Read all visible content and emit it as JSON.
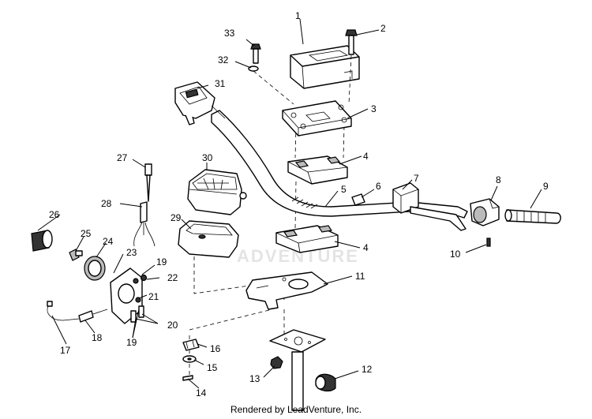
{
  "watermark": "ADVENTURE",
  "footer": "Rendered by LeadVenture, Inc.",
  "labels": {
    "p1": "1",
    "p2": "2",
    "p3": "3",
    "p4a": "4",
    "p4b": "4",
    "p5": "5",
    "p6": "6",
    "p7": "7",
    "p8": "8",
    "p9": "9",
    "p10": "10",
    "p11": "11",
    "p12": "12",
    "p13": "13",
    "p14": "14",
    "p15": "15",
    "p16": "16",
    "p17": "17",
    "p18": "18",
    "p19a": "19",
    "p19b": "19",
    "p20": "20",
    "p21": "21",
    "p22": "22",
    "p23": "23",
    "p24": "24",
    "p25": "25",
    "p26": "26",
    "p27": "27",
    "p28": "28",
    "p29": "29",
    "p30": "30",
    "p31": "31",
    "p32": "32",
    "p33": "33"
  }
}
